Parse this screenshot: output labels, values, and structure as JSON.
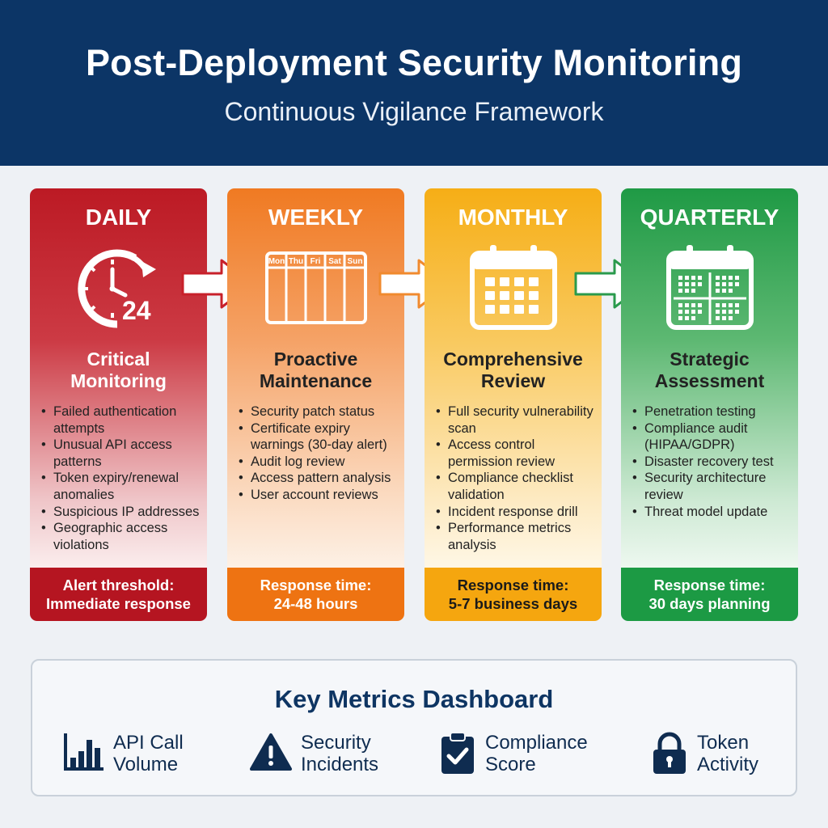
{
  "header": {
    "title": "Post-Deployment Security Monitoring",
    "subtitle": "Continuous Vigilance Framework"
  },
  "colors": {
    "navy": "#0c3566",
    "daily": "#bc1a24",
    "weekly": "#f07a22",
    "monthly": "#f6ae16",
    "quarterly": "#1f9a45"
  },
  "cards": [
    {
      "label": "DAILY",
      "icon": "clock-24-icon",
      "icon_text": "24",
      "heading_line1": "Critical",
      "heading_line2": "Monitoring",
      "items": [
        "Failed authentication attempts",
        "Unusual API access patterns",
        "Token expiry/renewal anomalies",
        "Suspicious IP addresses",
        "Geographic access violations"
      ],
      "footer_line1": "Alert threshold:",
      "footer_line2": "Immediate response"
    },
    {
      "label": "WEEKLY",
      "icon": "weekly-calendar-icon",
      "icon_days": [
        "Mon",
        "Thu",
        "Fri",
        "Sat",
        "Sun"
      ],
      "heading_line1": "Proactive",
      "heading_line2": "Maintenance",
      "items": [
        "Security patch status",
        "Certificate expiry warnings (30-day alert)",
        "Audit log review",
        "Access pattern analysis",
        "User account reviews"
      ],
      "footer_line1": "Response time:",
      "footer_line2": "24-48 hours"
    },
    {
      "label": "MONTHLY",
      "icon": "monthly-calendar-icon",
      "heading_line1": "Comprehensive",
      "heading_line2": "Review",
      "items": [
        "Full security vulnerability scan",
        "Access control permission review",
        "Compliance checklist validation",
        "Incident response drill",
        "Performance metrics analysis"
      ],
      "footer_line1": "Response time:",
      "footer_line2": "5-7 business days"
    },
    {
      "label": "QUARTERLY",
      "icon": "quarterly-calendar-icon",
      "heading_line1": "Strategic",
      "heading_line2": "Assessment",
      "items": [
        "Penetration testing",
        "Compliance audit (HIPAA/GDPR)",
        "Disaster recovery test",
        "Security architecture review",
        "Threat model update"
      ],
      "footer_line1": "Response time:",
      "footer_line2": "30 days planning"
    }
  ],
  "metrics": {
    "title": "Key Metrics Dashboard",
    "items": [
      {
        "icon": "bar-chart-icon",
        "label": "API Call\nVolume"
      },
      {
        "icon": "warning-icon",
        "label": "Security\nIncidents"
      },
      {
        "icon": "clipboard-check-icon",
        "label": "Compliance\nScore"
      },
      {
        "icon": "lock-icon",
        "label": "Token\nActivity"
      }
    ]
  }
}
